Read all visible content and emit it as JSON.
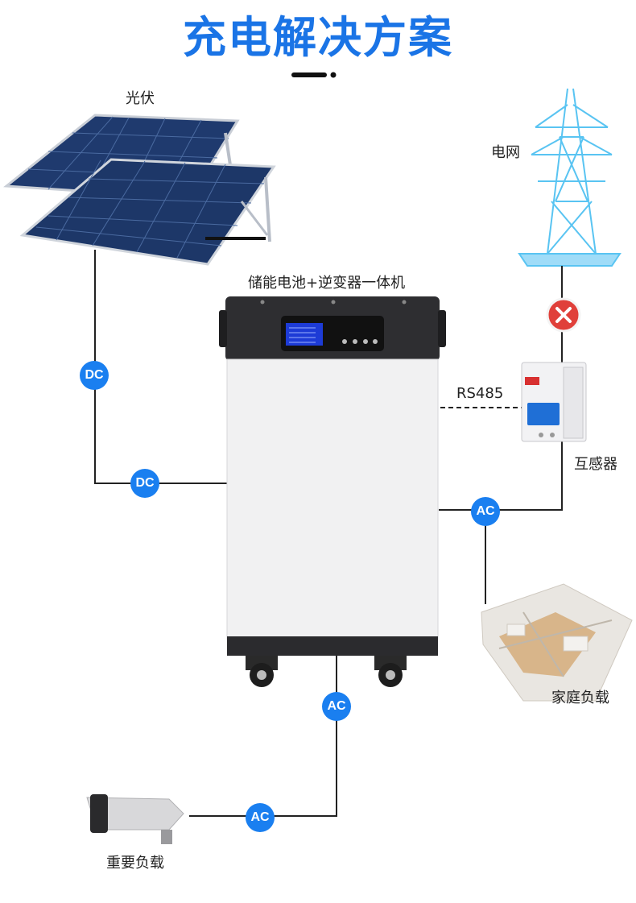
{
  "title": "充电解决方案",
  "labels": {
    "pv": "光伏",
    "grid": "电网",
    "unit": "储能电池+逆变器一体机",
    "rs485": "RS485",
    "ct": "互感器",
    "home": "家庭负载",
    "critical": "重要负载"
  },
  "badges": {
    "dc1": "DC",
    "dc2": "DC",
    "ac_right": "AC",
    "ac_bottom": "AC",
    "ac_critical": "AC"
  },
  "colors": {
    "title": "#1a74e6",
    "badge": "#1a7ff0",
    "line": "#222222",
    "blocked": "#e0403a"
  },
  "grid_status": "disconnected"
}
